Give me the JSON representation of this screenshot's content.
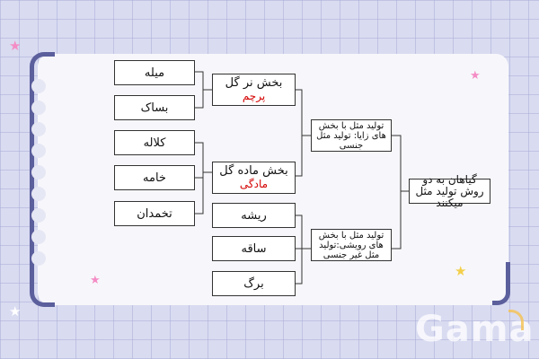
{
  "nodes": {
    "mileh": "میله",
    "bassak": "بساک",
    "kalaleh": "کلاله",
    "khameh": "خامه",
    "tokhmdan": "تخمدان",
    "male_part": {
      "title": "بخش نر گل",
      "sub": "پرچم"
    },
    "female_part": {
      "title": "بخش ماده گل",
      "sub": "مادگی"
    },
    "risheh": "ریشه",
    "saqeh": "ساقه",
    "barg": "برگ",
    "sexual": "تولید مثل با بخش های زایا: تولید مثل جنسی",
    "vegetative": "تولید مثل با بخش های رویشی:تولید مثل غیر جنسی",
    "root": "گیاهان به دو روش تولید مثل میکنند"
  },
  "watermark": "Gama",
  "colors": {
    "accent": "#5b5f9c",
    "highlight": "#d40000",
    "star_pink": "#f48cc5",
    "star_yellow": "#f3cf4a",
    "star_white": "#ffffff"
  }
}
